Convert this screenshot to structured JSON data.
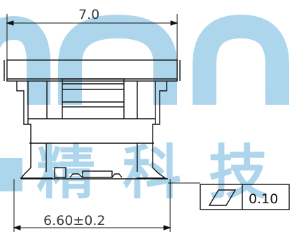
{
  "dimensions": {
    "top_width": "7.0",
    "bottom_width": "6.60±0.2"
  },
  "tolerance_frame": {
    "symbol_icon": "flatness-icon",
    "value": "0.10"
  },
  "watermark": {
    "text": "精科技"
  },
  "colors": {
    "line": "#111111",
    "dim_text": "#3a3a3a",
    "watermark": "#9fd0ea"
  }
}
